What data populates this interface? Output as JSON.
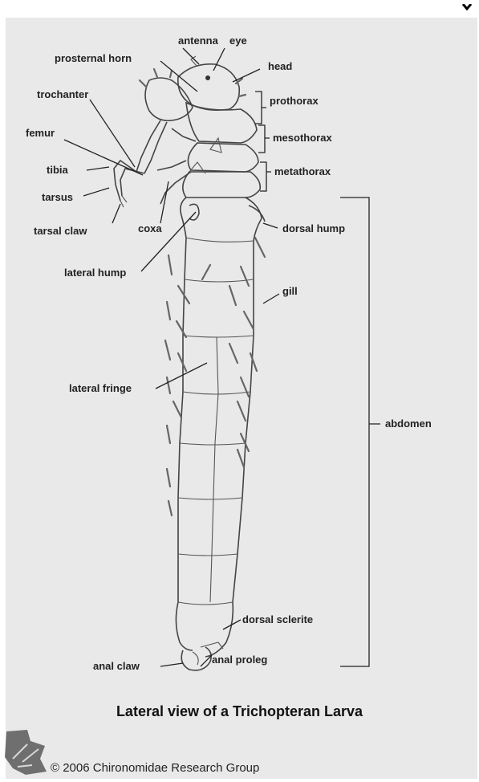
{
  "labels": {
    "antenna": "antenna",
    "eye": "eye",
    "prosternal_horn": "prosternal horn",
    "head": "head",
    "trochanter": "trochanter",
    "prothorax": "prothorax",
    "femur": "femur",
    "mesothorax": "mesothorax",
    "tibia": "tibia",
    "metathorax": "metathorax",
    "tarsus": "tarsus",
    "tarsal_claw": "tarsal claw",
    "coxa": "coxa",
    "dorsal_hump": "dorsal hump",
    "lateral_hump": "lateral hump",
    "gill": "gill",
    "lateral_fringe": "lateral fringe",
    "abdomen": "abdomen",
    "dorsal_sclerite": "dorsal sclerite",
    "anal_claw": "anal claw",
    "anal_proleg": "anal proleg"
  },
  "caption": "Lateral view of a Trichopteran Larva",
  "copyright": "© 2006 Chironomidae Research Group",
  "colors": {
    "panel": "#e9e9e9",
    "ink": "#222222"
  },
  "icons": {
    "logo": "state-map-logo-icon"
  }
}
